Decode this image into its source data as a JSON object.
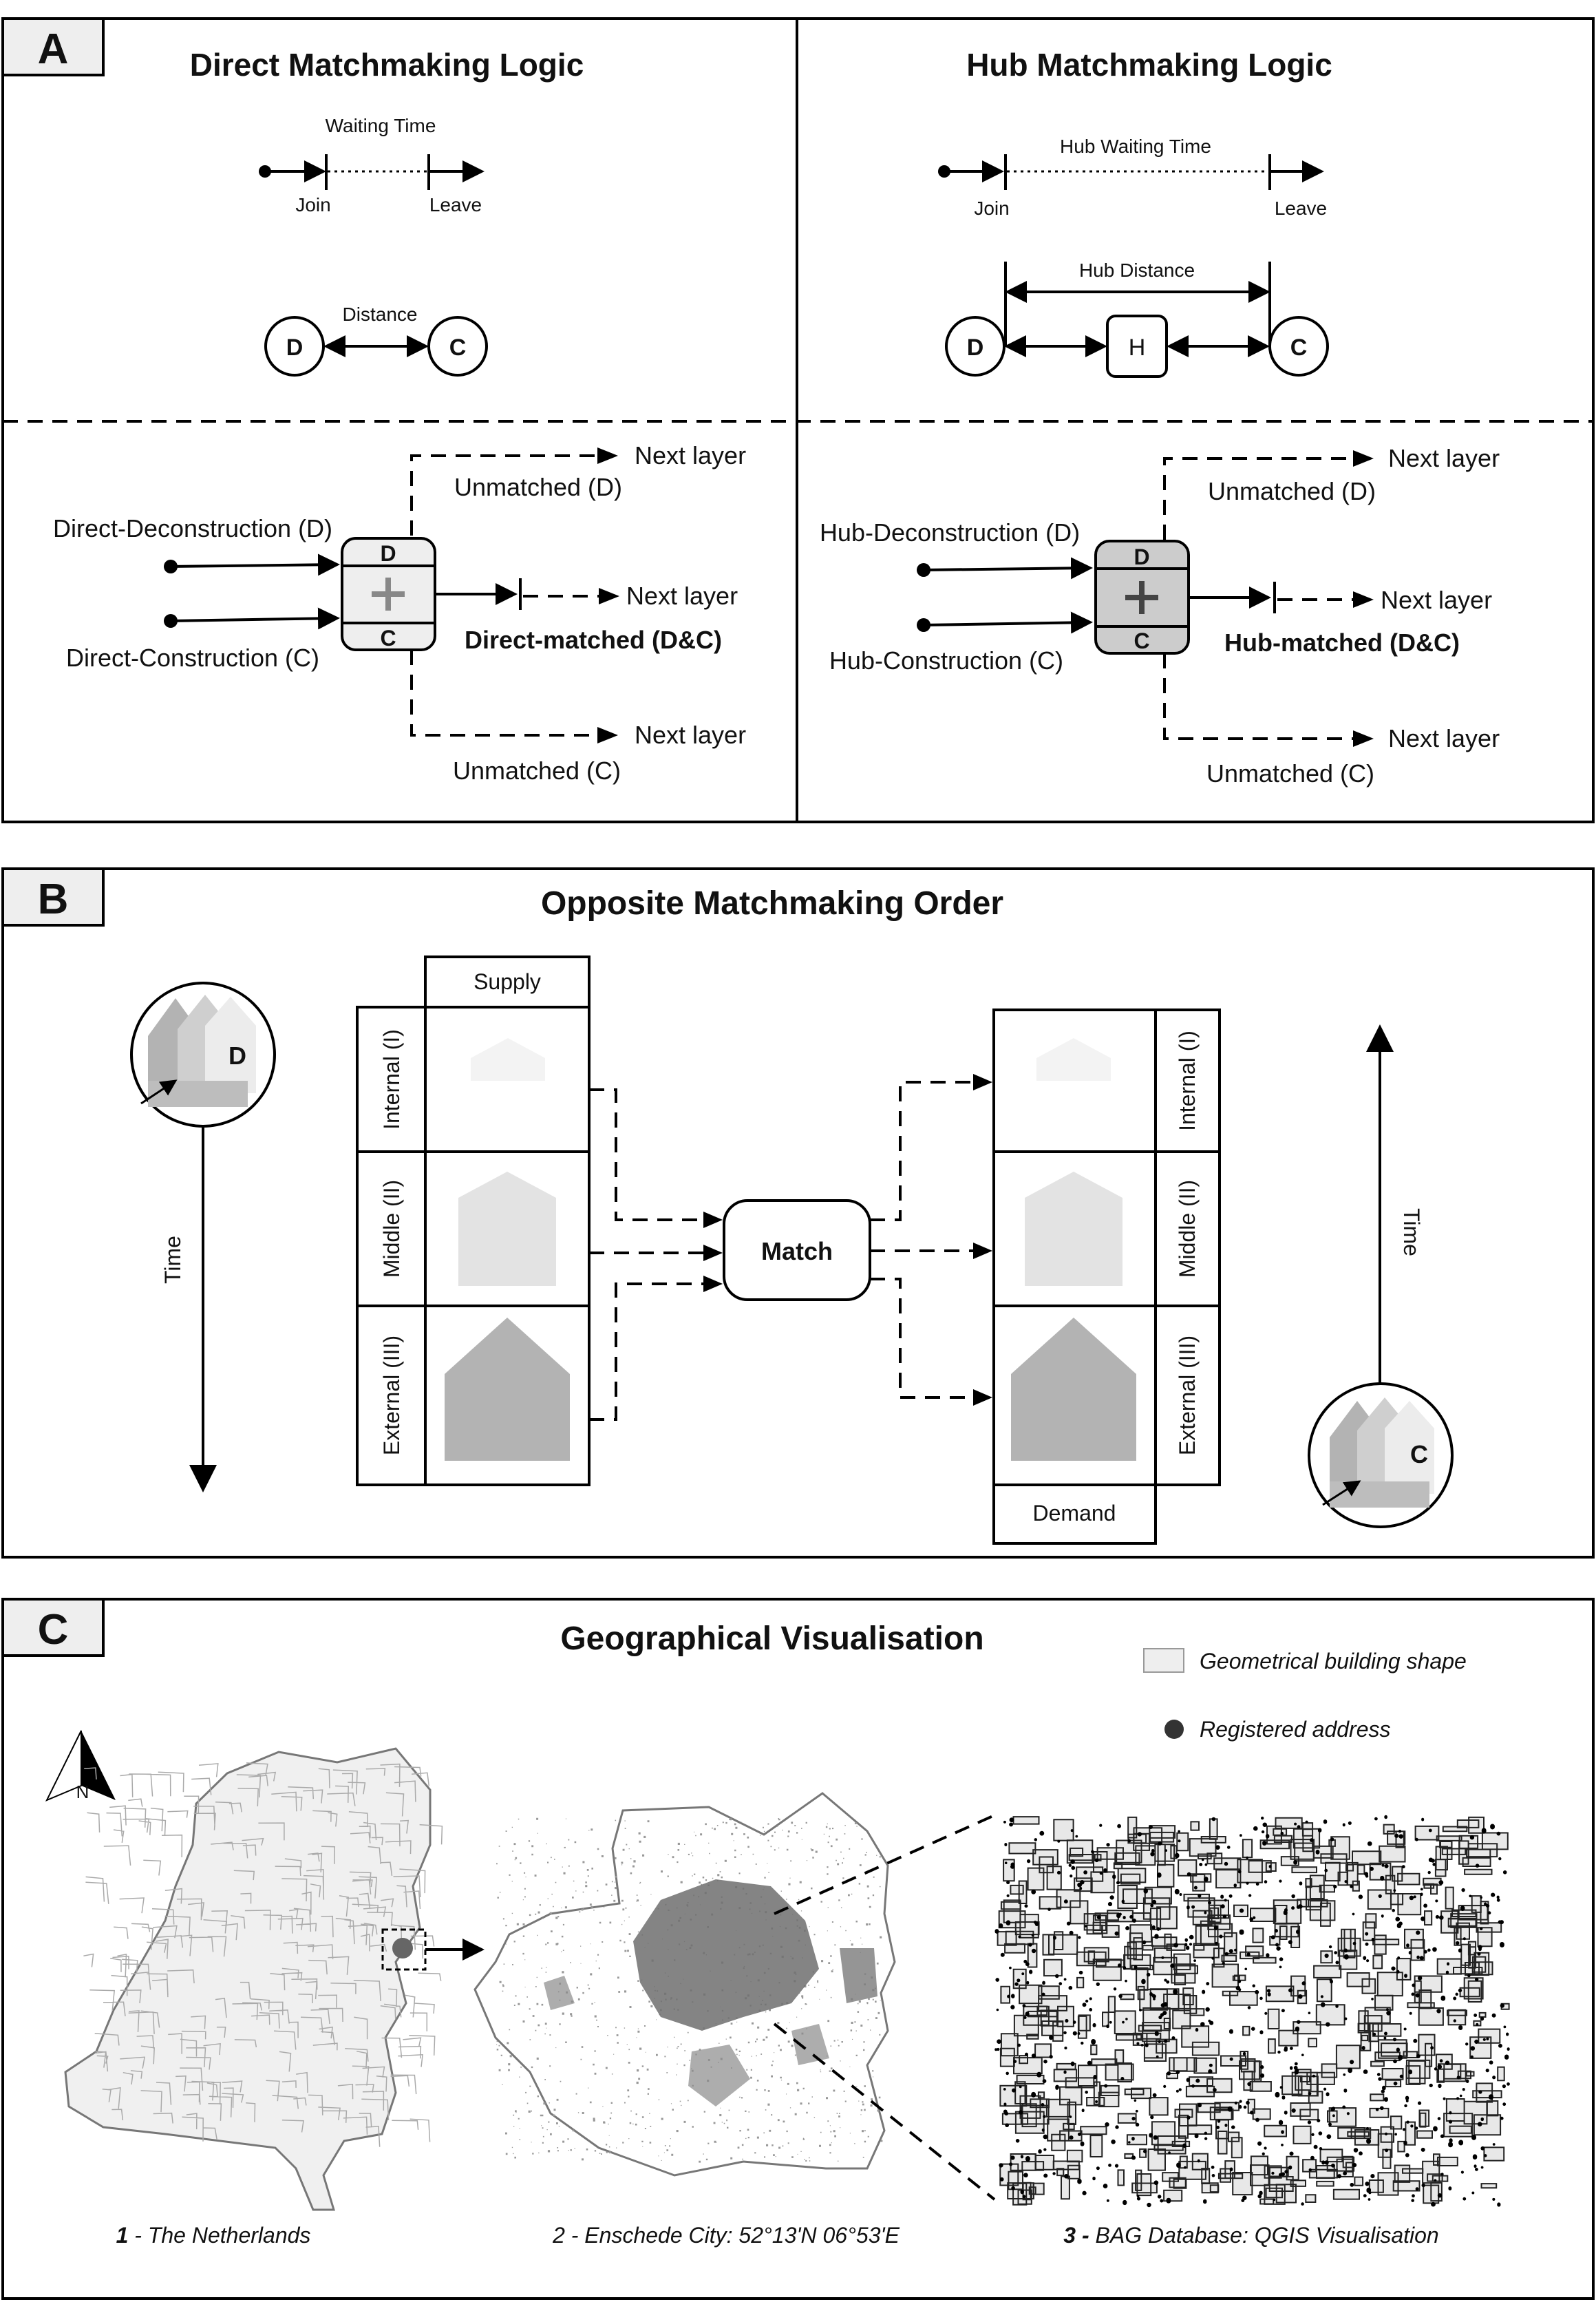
{
  "panel_a": {
    "label": "A",
    "direct": {
      "title": "Direct Matchmaking Logic",
      "waiting_time": "Waiting Time",
      "join": "Join",
      "leave": "Leave",
      "distance": "Distance",
      "d": "D",
      "c": "C",
      "unmatched_d": "Unmatched (D)",
      "unmatched_c": "Unmatched (C)",
      "next_layer": "Next layer",
      "input_d": "Direct-Deconstruction (D)",
      "input_c": "Direct-Construction (C)",
      "matched": "Direct-matched (D&C)"
    },
    "hub": {
      "title": "Hub Matchmaking Logic",
      "waiting_time": "Hub Waiting Time",
      "join": "Join",
      "leave": "Leave",
      "distance": "Hub Distance",
      "d": "D",
      "h": "H",
      "c": "C",
      "unmatched_d": "Unmatched (D)",
      "unmatched_c": "Unmatched (C)",
      "next_layer": "Next layer",
      "input_d": "Hub-Deconstruction (D)",
      "input_c": "Hub-Construction (C)",
      "matched": "Hub-matched (D&C)"
    }
  },
  "panel_b": {
    "label": "B",
    "title": "Opposite Matchmaking Order",
    "supply": "Supply",
    "demand": "Demand",
    "match": "Match",
    "time": "Time",
    "d": "D",
    "c": "C",
    "rows": [
      "Internal (I)",
      "Middle (II)",
      "External (III)"
    ]
  },
  "panel_c": {
    "label": "C",
    "title": "Geographical Visualisation",
    "legend_shape": "Geometrical building shape",
    "legend_address": "Registered address",
    "north": "N",
    "cap1_num": "1",
    "cap1_text": " - The Netherlands",
    "cap2": "2 - Enschede City: 52°13'N 06°53'E",
    "cap3_num": "3 -",
    "cap3_text": " BAG Database: QGIS Visualisation"
  },
  "colors": {
    "label_box": "#eeeeee",
    "node_light": "#eeeeee",
    "node_gray": "#cccccc",
    "house_light": "#f3f3f3",
    "house_mid": "#e3e3e3",
    "house_dark": "#b3b3b3"
  }
}
